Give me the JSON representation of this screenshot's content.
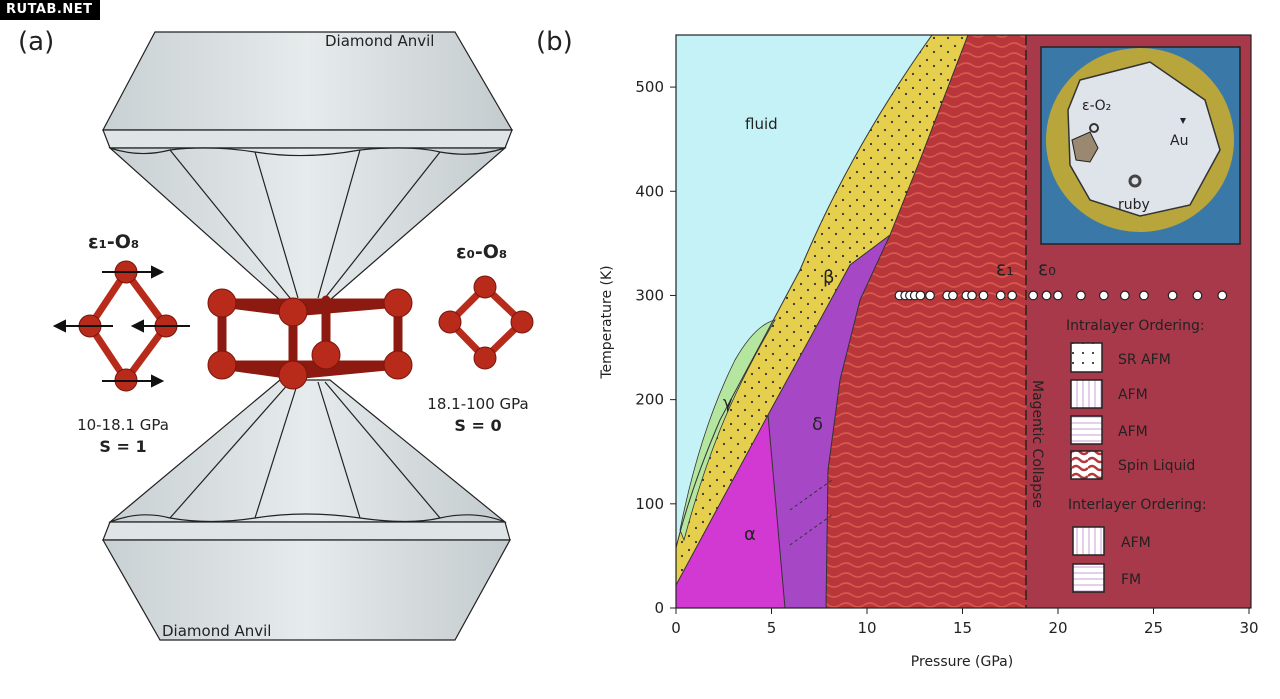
{
  "watermark": "RUTAB.NET",
  "panel_a": {
    "label": "(a)",
    "top_anvil": "Diamond Anvil",
    "bottom_anvil": "Diamond Anvil",
    "left_molecule": {
      "title": "ε₁-O₈",
      "pressure": "10-18.1 GPa",
      "spin": "S = 1"
    },
    "right_molecule": {
      "title": "ε₀-O₈",
      "pressure": "18.1-100 GPa",
      "spin": "S = 0"
    }
  },
  "panel_b": {
    "label": "(b)",
    "inset": {
      "labels": [
        "ε-O₂",
        "Au",
        "ruby"
      ]
    },
    "region_labels": {
      "fluid": "fluid",
      "beta": "β",
      "gamma": "γ",
      "delta": "δ",
      "alpha": "α",
      "eps1": "ε₁",
      "eps0": "ε₀"
    },
    "collapse_label": "Magentic Collapse",
    "legend": {
      "intralayer_title": "Intralayer Ordering:",
      "intralayer": [
        {
          "pattern": "dots",
          "label": "SR AFM"
        },
        {
          "pattern": "vertical",
          "label": "AFM"
        },
        {
          "pattern": "horizontal",
          "label": "AFM"
        },
        {
          "pattern": "waves",
          "label": "Spin Liquid"
        }
      ],
      "interlayer_title": "Interlayer Ordering:",
      "interlayer": [
        {
          "pattern": "vertical",
          "label": "AFM"
        },
        {
          "pattern": "horizontal",
          "label": "FM"
        }
      ]
    }
  },
  "chart_data": {
    "type": "scatter",
    "title": "",
    "xlabel": "Pressure (GPa)",
    "ylabel": "Temperature (K)",
    "xlim": [
      0,
      30
    ],
    "ylim": [
      0,
      550
    ],
    "xticks": [
      0,
      5,
      10,
      15,
      20,
      25,
      30
    ],
    "yticks": [
      0,
      100,
      200,
      300,
      400,
      500
    ],
    "collapse_pressure": 18.1,
    "series": [
      {
        "name": "measurements",
        "temperature": 300,
        "x": [
          11.7,
          12.0,
          12.25,
          12.5,
          12.8,
          13.3,
          14.2,
          14.5,
          15.2,
          15.5,
          16.1,
          17.0,
          17.6,
          18.7,
          19.4,
          20.0,
          21.2,
          22.4,
          23.5,
          24.5,
          26.0,
          27.3,
          28.6
        ]
      }
    ],
    "colors": {
      "fluid": "#c4f2f6",
      "beta": "#e5cf4c",
      "gamma": "#b5e6a0",
      "alpha": "#d238d2",
      "delta": "#a648c6",
      "spin_liquid": "#b9363b",
      "eps0": "#a8394a"
    }
  }
}
